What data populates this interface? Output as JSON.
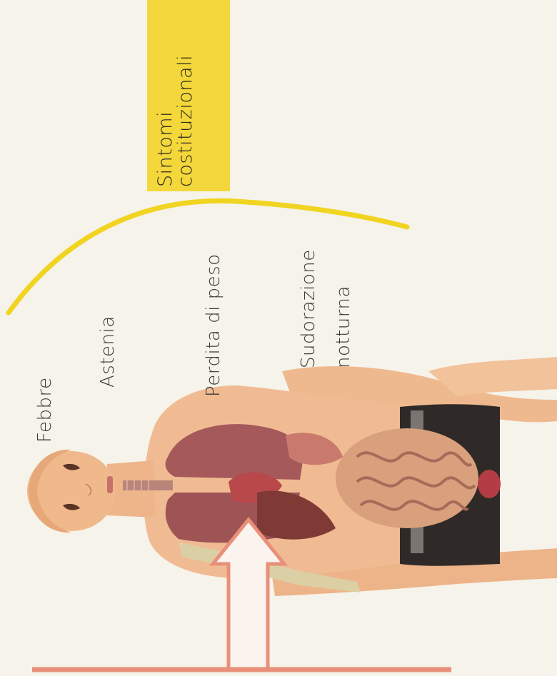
{
  "labels": {
    "febbre": "Febbre",
    "astenia": "Astenia",
    "perdita_peso": "Perdita di peso",
    "sudorazione_line1": "Sudorazione",
    "sudorazione_line2": "notturna"
  },
  "callout": {
    "line1": "Sintomi",
    "line2": "costituzionali",
    "color": "#f4d73a"
  },
  "colors": {
    "arc": "#f0d421",
    "arrow": "#e98f79",
    "baseline": "#e98f79",
    "skin": "#efb98f",
    "organs": "#a5595b",
    "intestine": "#d8a07d",
    "shorts": "#2f2a27"
  }
}
